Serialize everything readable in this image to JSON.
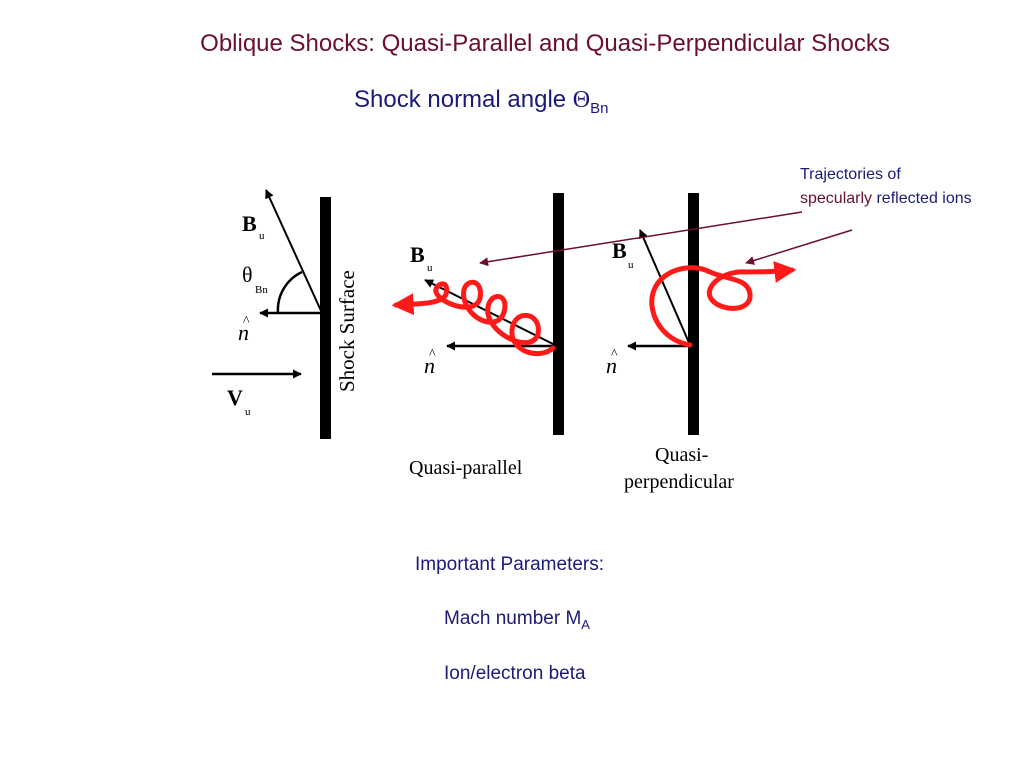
{
  "title": "Oblique Shocks: Quasi-Parallel and Quasi-Perpendicular Shocks",
  "subtitle": {
    "text": "Shock normal angle ",
    "symbol": "Θ",
    "subscript": "Bn"
  },
  "annotation": {
    "line1": "Trajectories of",
    "line2_highlight": "specularly",
    "line2_rest": " reflected ions"
  },
  "diagram": {
    "left": {
      "b_label": "B",
      "b_sub": "u",
      "theta_label": "θ",
      "theta_sub": "Bn",
      "n_label": "n",
      "n_hat": "^",
      "v_label": "V",
      "v_sub": "u",
      "surface_label": "Shock Surface"
    },
    "middle": {
      "b_label": "B",
      "b_sub": "u",
      "n_label": "n",
      "n_hat": "^",
      "caption": "Quasi-parallel"
    },
    "right": {
      "b_label": "B",
      "b_sub": "u",
      "n_label": "n",
      "n_hat": "^",
      "caption_line1": "Quasi-",
      "caption_line2": "perpendicular"
    }
  },
  "parameters": {
    "heading": "Important Parameters:",
    "mach_text": "Mach number M",
    "mach_sub": "A",
    "beta_text": "Ion/electron beta"
  },
  "colors": {
    "title": "#6b0f2a",
    "text": "#1a1a7a",
    "trajectory": "#ff1a1a",
    "pointer": "#6b0f2a"
  }
}
